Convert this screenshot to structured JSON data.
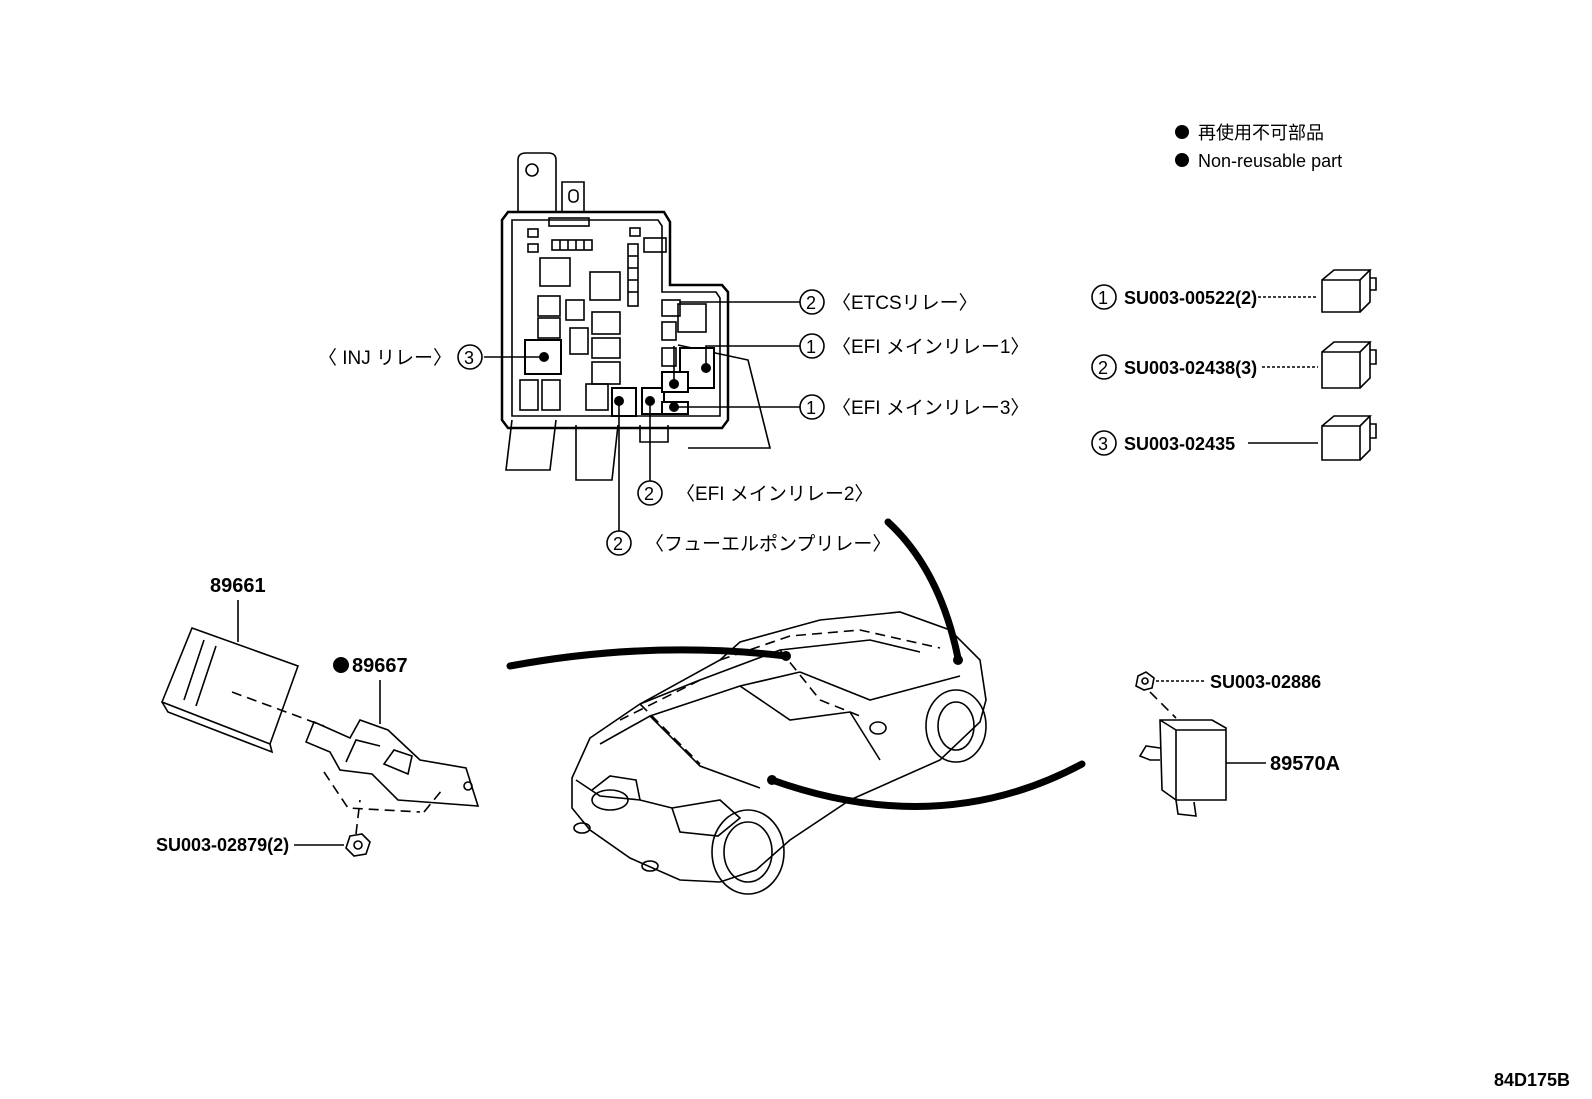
{
  "legend": {
    "jp": "再使用不可部品",
    "en": "Non-reusable part"
  },
  "relay_box_callouts": [
    {
      "num": "2",
      "label": "〈ETCSリレー〉"
    },
    {
      "num": "1",
      "label": "〈EFI メインリレー1〉"
    },
    {
      "num": "1",
      "label": "〈EFI メインリレー3〉"
    },
    {
      "num": "2",
      "label": "〈EFI メインリレー2〉"
    },
    {
      "num": "2",
      "label": "〈フューエルポンプリレー〉"
    },
    {
      "num": "3",
      "label": "〈 INJ リレー〉"
    }
  ],
  "relay_parts": [
    {
      "num": "1",
      "code": "SU003-00522(2)"
    },
    {
      "num": "2",
      "code": "SU003-02438(3)"
    },
    {
      "num": "3",
      "code": "SU003-02435"
    }
  ],
  "parts": {
    "p89661": "89661",
    "p89667": "89667",
    "su02879": "SU003-02879(2)",
    "su02886": "SU003-02886",
    "p89570a": "89570A"
  },
  "figure_id": "84D175B"
}
